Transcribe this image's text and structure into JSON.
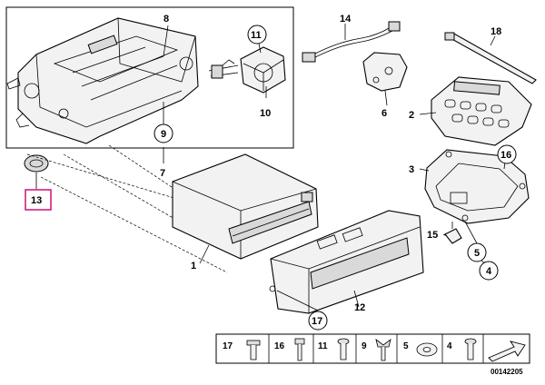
{
  "callouts": {
    "c1": "1",
    "c2": "2",
    "c3": "3",
    "c4": "4",
    "c5": "5",
    "c6": "6",
    "c7": "7",
    "c8": "8",
    "c9": "9",
    "c10": "10",
    "c11": "11",
    "c12": "12",
    "c13": "13",
    "c14": "14",
    "c15": "15",
    "c16": "16",
    "c17": "17",
    "c18": "18"
  },
  "hardware_strip": {
    "items": [
      "17",
      "16",
      "11",
      "9",
      "5",
      "4"
    ]
  },
  "diagram_code": "00142205",
  "colors": {
    "highlight": "#d0207c",
    "line": "#000000",
    "fill": "#f2f2f2"
  }
}
